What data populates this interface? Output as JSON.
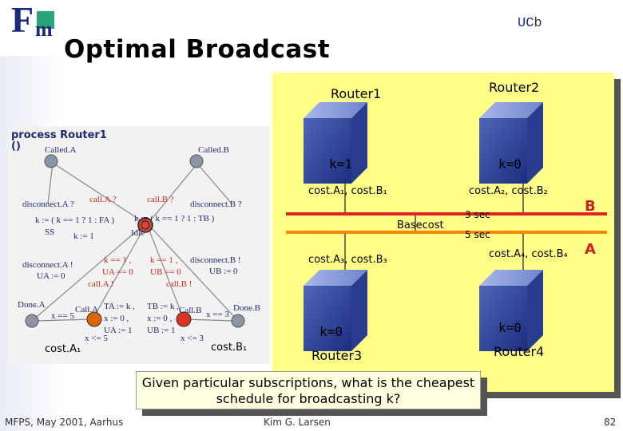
{
  "header": {
    "logo_f": "F",
    "logo_m": "m",
    "title": "Optimal Broadcast",
    "ucb": "UC",
    "ucb_b": "b"
  },
  "network": {
    "router1": {
      "name": "Router1",
      "k": "k=1",
      "cost": "cost.A₁, cost.B₁"
    },
    "router2": {
      "name": "Router2",
      "k": "k=0",
      "cost": "cost.A₂, cost.B₂"
    },
    "router3": {
      "name": "Router3",
      "k": "k=0",
      "cost": "cost.A₃, cost.B₃"
    },
    "router4": {
      "name": "Router4",
      "k": "k=0",
      "cost": "cost.A₄, cost.B₄"
    },
    "basecost": "Basecost",
    "bus_b": {
      "label": "B",
      "time": "3 sec",
      "color": "#dd2222"
    },
    "bus_a": {
      "label": "A",
      "time": "5 sec",
      "color": "#ff8800"
    }
  },
  "process": {
    "title": "process Router1",
    "paren": "()",
    "called_a": "Called.A",
    "called_b": "Called.B",
    "disconnect_a_q": "disconnect.A ?",
    "call_a_q": "call.A ?",
    "call_b_q": "call.B ?",
    "disconnect_b_q": "disconnect.B ?",
    "assign_fa": "k := ( k == 1 ? 1 : FA )",
    "assign_tb": "k := ( k == 1 ? 1 : TB )",
    "ss": "SS",
    "k_one": "k := 1",
    "idle": "Idle",
    "disconnect_a_x": "disconnect.A !",
    "ua_zero": "UA := 0",
    "k_eq_1_a": "k == 1 ,",
    "ua_eq_0": "UA == 0",
    "call_a_x": "call.A !",
    "k_eq_1_b": "k == 1 ,",
    "ub_eq_0": "UB == 0",
    "call_b_x": "call.B !",
    "disconnect_b_x": "disconnect.B !",
    "ub_zero": "UB := 0",
    "done_a": "Done.A",
    "call_a_loc": "Call.A",
    "x_eq_5": "x == 5",
    "ta_k": "TA := k ,",
    "x_zero_a": "x := 0 ,",
    "ua_one": "UA := 1",
    "x_le_5": "x <= 5",
    "tb_k": "TB := k ,",
    "x_zero_b": "x := 0 ,",
    "ub_one": "UB := 1",
    "x_le_3": "x <= 3",
    "call_b_loc": "Call.B",
    "x_eq_3": "x == 3",
    "done_b": "Done.B",
    "cost_a1": "cost.A₁",
    "cost_b1": "cost.B₁"
  },
  "question": {
    "line1": "Given particular subscriptions, what is the cheapest",
    "line2": "schedule for broadcasting k?"
  },
  "footer": {
    "left": "MFPS, May 2001, Aarhus",
    "center": "Kim G. Larsen",
    "page": "82"
  }
}
